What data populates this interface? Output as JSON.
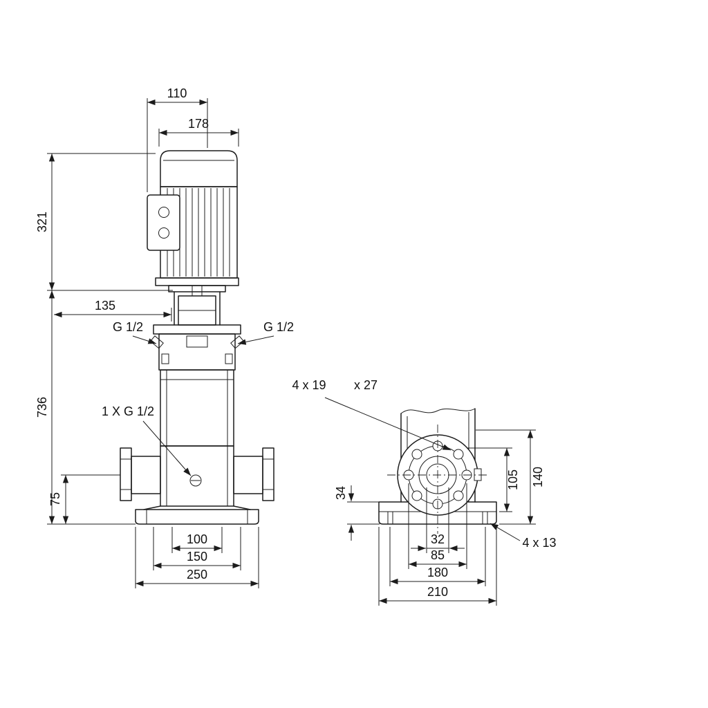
{
  "colors": {
    "ink": "#1c1c1c",
    "background": "#ffffff"
  },
  "front_view": {
    "name": "pump-elevation-view",
    "dims": {
      "motor_depth": "110",
      "motor_width": "178",
      "motor_height": "321",
      "coupling_offset": "135",
      "total_height": "736",
      "port_center_height": "75",
      "port_face_span": "100",
      "flange_span": "150",
      "base_width": "250"
    },
    "labels": {
      "plug_left": "G 1/2",
      "plug_right": "G 1/2",
      "drain_plug": "1 X G 1/2"
    }
  },
  "side_view": {
    "name": "flange-and-base-view",
    "dims": {
      "base_height": "34",
      "flange_hole_height": "105",
      "flange_top_height": "140",
      "bore": "32",
      "bolt_circle": "85",
      "base_hole_span": "180",
      "base_depth": "210"
    },
    "labels": {
      "flange_holes": "4 x 19",
      "flange_holes_depth": "x 27",
      "base_holes": "4 x 13"
    }
  }
}
